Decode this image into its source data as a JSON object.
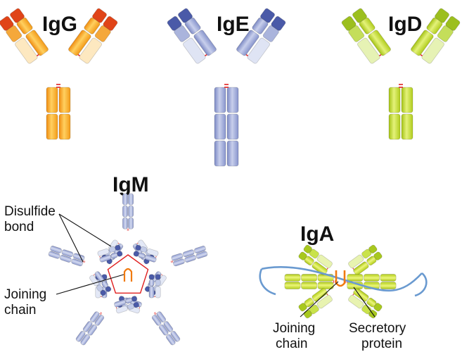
{
  "titles": {
    "igg": "IgG",
    "ige": "IgE",
    "igd": "IgD",
    "igm": "IgM",
    "iga": "IgA"
  },
  "labels": {
    "disulfide_line1": "Disulfide",
    "disulfide_line2": "bond",
    "joining_left_line1": "Joining",
    "joining_left_line2": "chain",
    "joining_bottom_line1": "Joining",
    "joining_bottom_line2": "chain",
    "secretory_line1": "Secretory",
    "secretory_line2": "protein"
  },
  "colors": {
    "igg": {
      "light": "#f5a83a",
      "tip": "#e04418",
      "pale": "#fde8c0",
      "heavy": "#fbb82a",
      "heavy_dark": "#ef8a12"
    },
    "ige": {
      "light": "#aab4dc",
      "tip": "#4a5aa8",
      "pale": "#dfe4f4",
      "heavy": "#a4afda",
      "heavy_dark": "#7f8dc8"
    },
    "igd": {
      "light": "#c4de5a",
      "tip": "#9cbf1e",
      "pale": "#e6f2b4",
      "heavy": "#cfe43a",
      "heavy_dark": "#a8c412"
    },
    "igm": {
      "light": "#c2cbe8",
      "tip": "#4a5aa8",
      "pale": "#e3e8f6",
      "heavy": "#a4afda",
      "heavy_dark": "#8592c8"
    },
    "iga": {
      "light": "#c9e24a",
      "tip": "#a8c81e",
      "pale": "#e8f3b0",
      "heavy": "#d6ec2e",
      "heavy_dark": "#aecb14"
    },
    "disulfide": "#e02020",
    "joining_chain": "#f07a10",
    "secretory": "#6a9ad0"
  }
}
